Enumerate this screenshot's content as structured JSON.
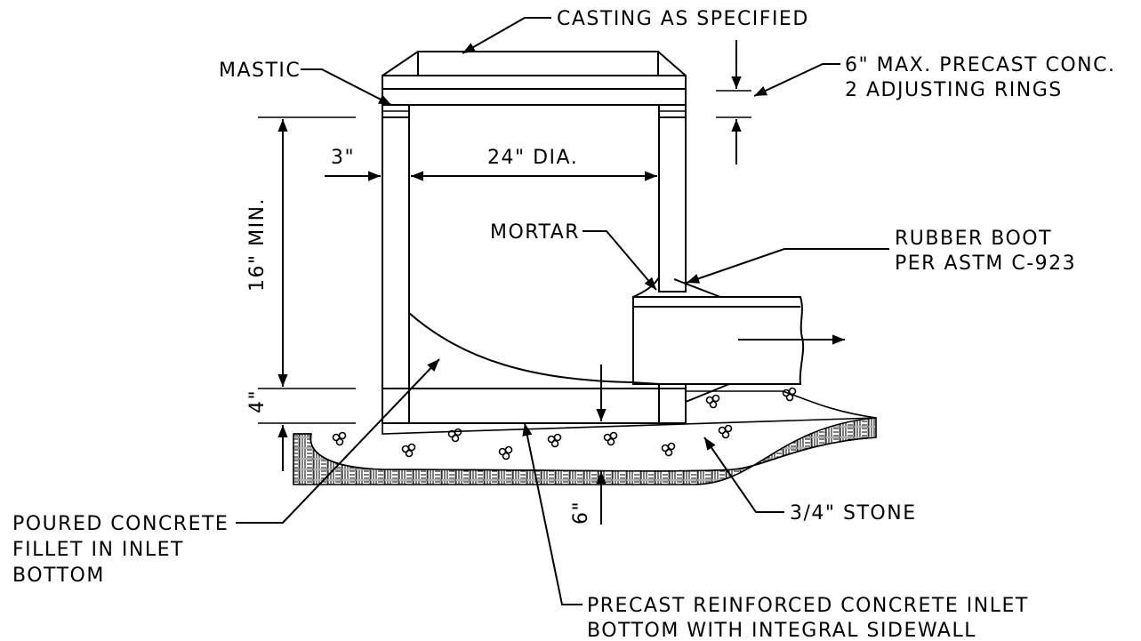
{
  "labels": {
    "casting": "CASTING AS SPECIFIED",
    "mastic": "MASTIC",
    "adjusting_line1": "6\" MAX. PRECAST CONC.",
    "adjusting_line2": "2 ADJUSTING RINGS",
    "wall_thickness": "3\"",
    "diameter": "24\"  DIA.",
    "min_depth": "16\" MIN.",
    "base_thickness": "4\"",
    "mortar": "MORTAR",
    "boot_line1": "RUBBER BOOT",
    "boot_line2": "PER ASTM C-923",
    "fillet_line1": "POURED CONCRETE",
    "fillet_line2": "FILLET IN INLET",
    "fillet_line3": "BOTTOM",
    "stone": "3/4\" STONE",
    "stone_depth": "6\"",
    "precast_line1": "PRECAST REINFORCED CONCRETE INLET",
    "precast_line2": "BOTTOM WITH INTEGRAL SIDEWALL"
  }
}
